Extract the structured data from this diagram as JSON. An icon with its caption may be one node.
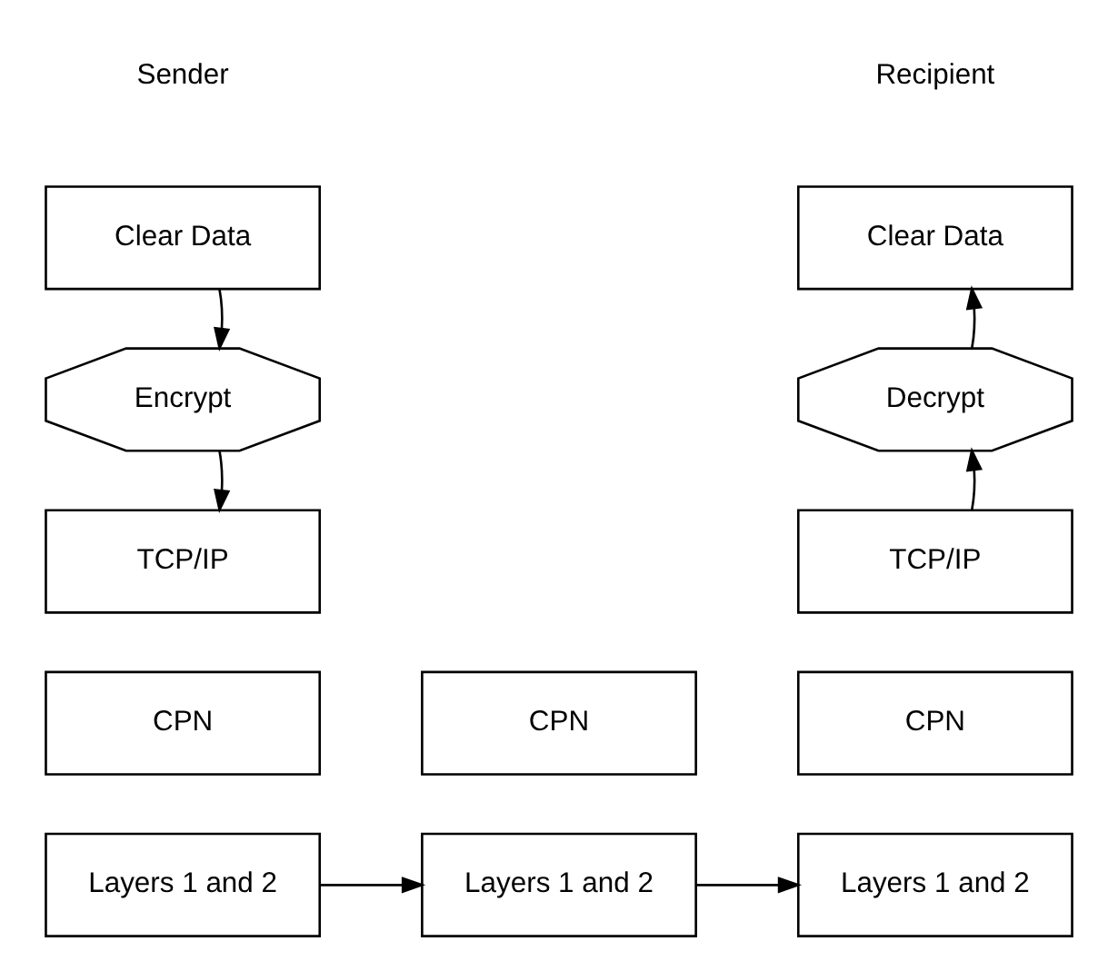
{
  "diagram": {
    "nodes": [
      {
        "text": [
          "Clear Data"
        ]
      },
      {
        "text": [
          "Encrypt"
        ]
      },
      {
        "text": [
          "TCP/IP"
        ]
      },
      {
        "text": [
          "CPN"
        ]
      },
      {
        "text": [
          "Layers 1 and 2"
        ]
      },
      {
        "text": [
          "CPN"
        ]
      },
      {
        "text": [
          "Layers 1 and 2"
        ]
      },
      {
        "text": [
          "Clear Data"
        ]
      },
      {
        "text": [
          "Decrypt"
        ]
      },
      {
        "text": [
          "TCP/IP"
        ]
      },
      {
        "text": [
          "CPN"
        ]
      },
      {
        "text": [
          "Layers 1 and 2"
        ]
      }
    ],
    "edges": [
      {
        "from": 0,
        "to": 1,
        "arrow": "to"
      },
      {
        "from": 1,
        "to": 2,
        "arrow": "to"
      },
      {
        "from": 4,
        "to": 6,
        "arrow": "to"
      },
      {
        "from": 6,
        "to": 11,
        "arrow": "to"
      },
      {
        "from": 9,
        "to": 8,
        "arrow": "to"
      },
      {
        "from": 8,
        "to": 7,
        "arrow": "to"
      }
    ],
    "labels": [
      "Sender",
      "Recipient"
    ]
  }
}
